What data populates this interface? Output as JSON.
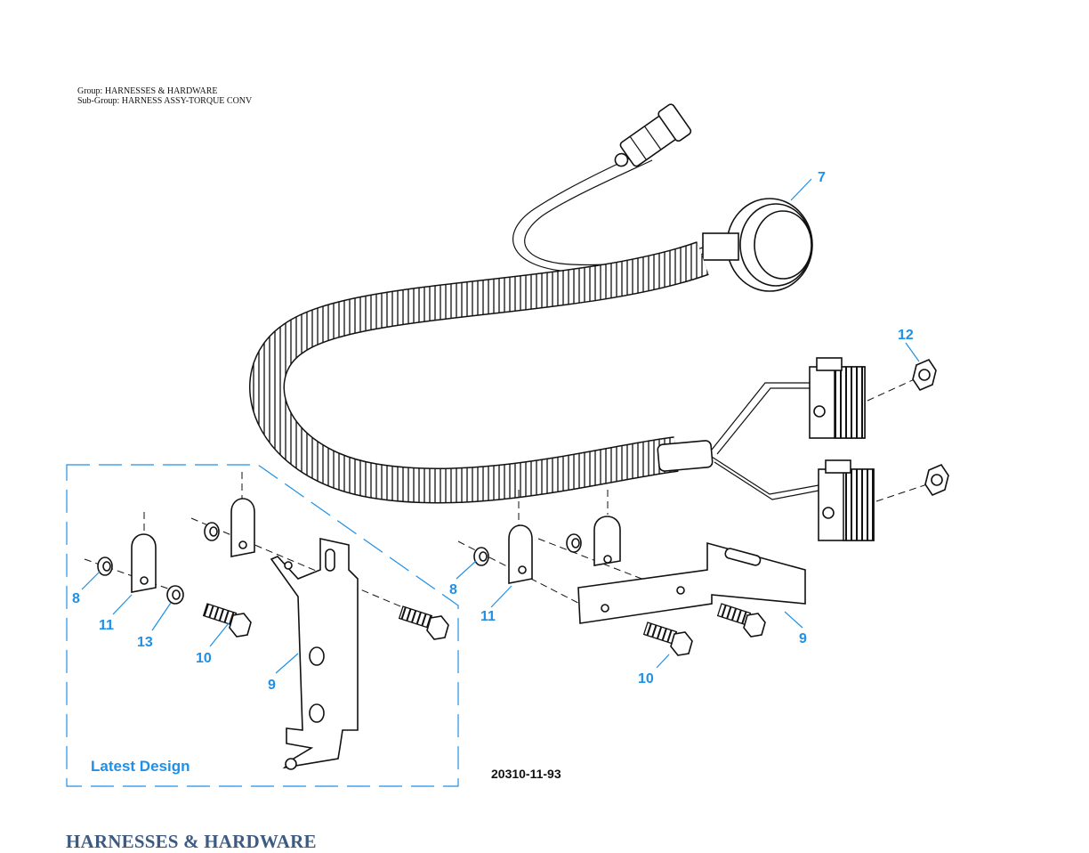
{
  "header": {
    "group": "Group: HARNESSES & HARDWARE",
    "subgroup": "Sub-Group: HARNESS ASSY-TORQUE CONV"
  },
  "callouts": {
    "harness": "7",
    "nut": "12",
    "left_spacer": "8",
    "left_clip": "11",
    "left_washer": "13",
    "left_bolt": "10",
    "left_bracket": "9",
    "right_spacer": "8",
    "right_clip": "11",
    "right_bolt": "10",
    "right_bracket": "9"
  },
  "inset_label": "Latest Design",
  "figure_number": "20310-11-93",
  "footer_title": "HARNESSES & HARDWARE",
  "colors": {
    "callout": "#1e90e6",
    "footer": "#3c5a82"
  }
}
